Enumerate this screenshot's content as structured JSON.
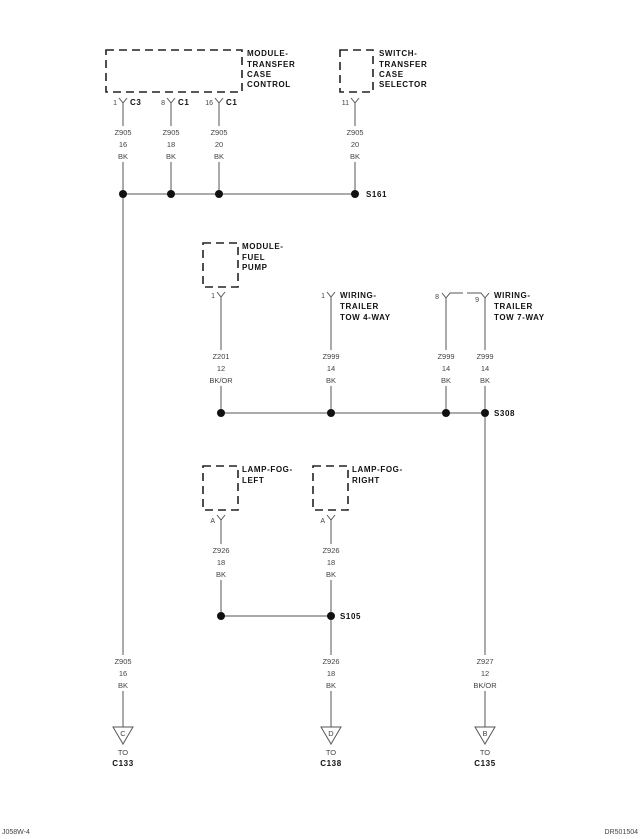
{
  "components": {
    "tcc": {
      "lines": [
        "MODULE-",
        "TRANSFER",
        "CASE",
        "CONTROL"
      ]
    },
    "switch": {
      "lines": [
        "SWITCH-",
        "TRANSFER",
        "CASE",
        "SELECTOR"
      ]
    },
    "fuel_pump": {
      "lines": [
        "MODULE-",
        "FUEL",
        "PUMP"
      ]
    },
    "tow4": {
      "lines": [
        "WIRING-",
        "TRAILER",
        "TOW 4-WAY"
      ]
    },
    "tow7": {
      "lines": [
        "WIRING-",
        "TRAILER",
        "TOW 7-WAY"
      ]
    },
    "fog_left": {
      "lines": [
        "LAMP-FOG-",
        "LEFT"
      ]
    },
    "fog_right": {
      "lines": [
        "LAMP-FOG-",
        "RIGHT"
      ]
    }
  },
  "pins": {
    "tcc1": {
      "pin": "1",
      "conn": "C3"
    },
    "tcc2": {
      "pin": "8",
      "conn": "C1"
    },
    "tcc3": {
      "pin": "16",
      "conn": "C1"
    },
    "sw": {
      "pin": "11"
    },
    "fp": {
      "pin": "1"
    },
    "t4": {
      "pin": "1"
    },
    "t7a": {
      "pin": "8"
    },
    "t7b": {
      "pin": "9"
    },
    "fl": {
      "pin": "A"
    },
    "fr": {
      "pin": "A"
    }
  },
  "wires": {
    "w1": [
      "Z905",
      "16",
      "BK"
    ],
    "w2": [
      "Z905",
      "18",
      "BK"
    ],
    "w3": [
      "Z905",
      "20",
      "BK"
    ],
    "w4": [
      "Z905",
      "20",
      "BK"
    ],
    "w5": [
      "Z201",
      "12",
      "BK/OR"
    ],
    "w6": [
      "Z999",
      "14",
      "BK"
    ],
    "w7": [
      "Z999",
      "14",
      "BK"
    ],
    "w8": [
      "Z999",
      "14",
      "BK"
    ],
    "w9": [
      "Z926",
      "18",
      "BK"
    ],
    "w10": [
      "Z926",
      "18",
      "BK"
    ],
    "w11": [
      "Z905",
      "16",
      "BK"
    ],
    "w12": [
      "Z926",
      "18",
      "BK"
    ],
    "w13": [
      "Z927",
      "12",
      "BK/OR"
    ]
  },
  "splices": {
    "s161": "S161",
    "s308": "S308",
    "s105": "S105"
  },
  "connectors_out": [
    {
      "letter": "C",
      "to": "TO",
      "name": "C133"
    },
    {
      "letter": "D",
      "to": "TO",
      "name": "C138"
    },
    {
      "letter": "B",
      "to": "TO",
      "name": "C135"
    }
  ],
  "footer": {
    "left": "J058W-4",
    "right": "DR501504"
  }
}
